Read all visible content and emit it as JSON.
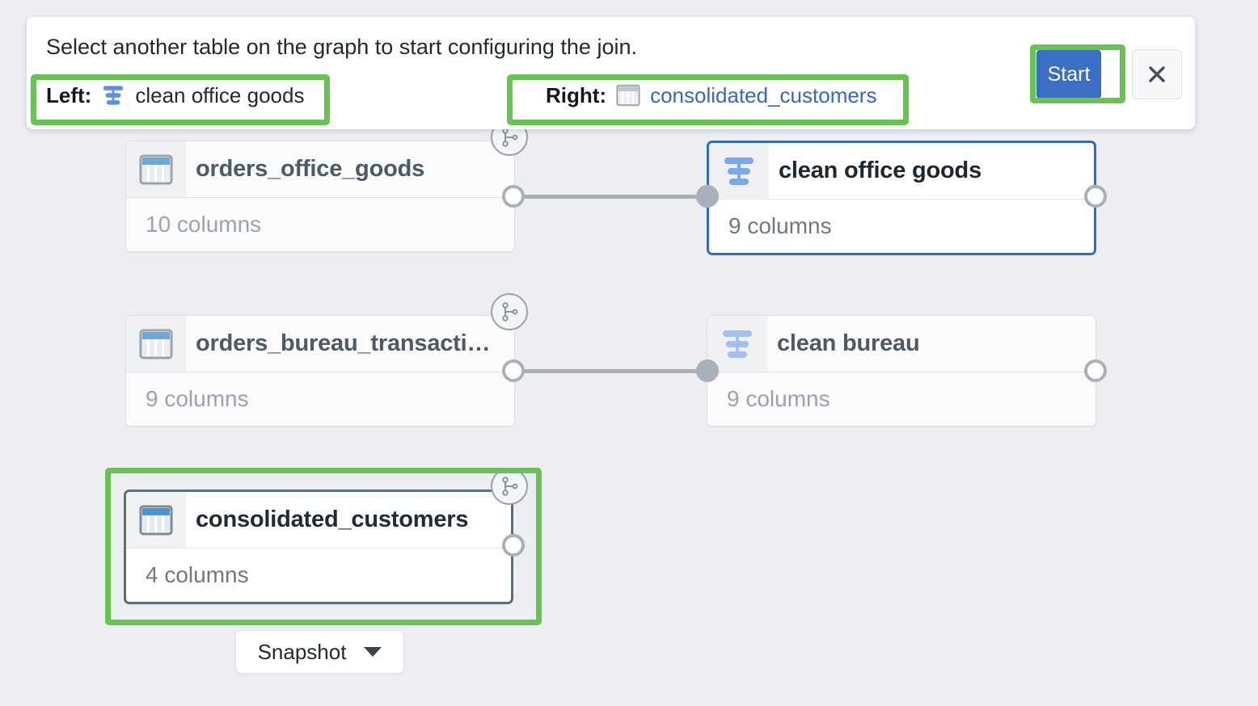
{
  "panel": {
    "prompt": "Select another table on the graph to start configuring the join.",
    "left_label": "Left:",
    "left_value": "clean office goods",
    "left_icon": "recipe-icon",
    "right_label": "Right:",
    "right_value": "consolidated_customers",
    "right_icon": "table-icon",
    "start_label": "Start",
    "close_label": "✕"
  },
  "canvas": {
    "nodes": [
      {
        "title": "orders_office_goods",
        "columns": "10 columns",
        "icon": "table-icon",
        "state": "default"
      },
      {
        "title": "clean office goods",
        "columns": "9 columns",
        "icon": "recipe-icon",
        "state": "selected-blue"
      },
      {
        "title": "orders_bureau_transacti…",
        "columns": "9 columns",
        "icon": "table-icon",
        "state": "default"
      },
      {
        "title": "clean bureau",
        "columns": "9 columns",
        "icon": "recipe-icon",
        "state": "default"
      },
      {
        "title": "consolidated_customers",
        "columns": "4 columns",
        "icon": "table-icon",
        "state": "selected-dark"
      }
    ],
    "snapshot_label": "Snapshot",
    "snapshot_caret": "chevron-down-icon"
  },
  "colors": {
    "highlight_green": "#68c353",
    "accent_blue": "#3a6fc4",
    "link_blue": "#3467c0",
    "node_selected_border": "#2f6cc4",
    "node_dark_border": "#5e6d7c",
    "canvas_background": "#eceef1",
    "edge_gray": "#a9b0ba"
  }
}
